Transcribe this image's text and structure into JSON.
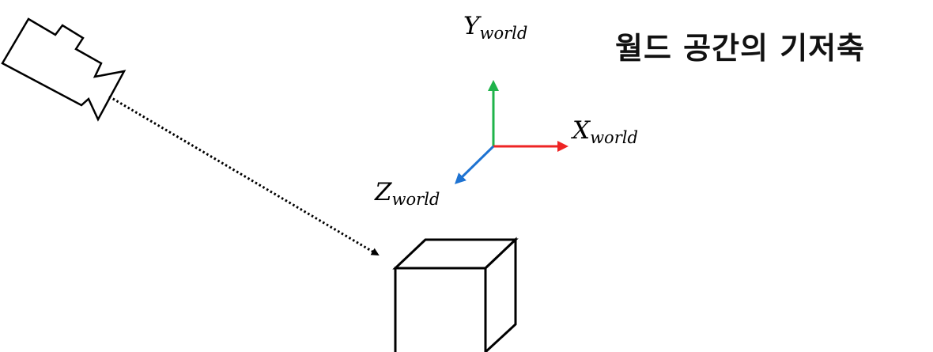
{
  "title": "월드 공간의 기저축",
  "axes": {
    "y": {
      "main": "Y",
      "sub": "world",
      "color": "#1fb34a"
    },
    "x": {
      "main": "X",
      "sub": "world",
      "color": "#ee2424"
    },
    "z": {
      "main": "Z",
      "sub": "world",
      "color": "#1e73d2"
    }
  },
  "icons": {
    "camera": "video-camera-icon",
    "object": "cube-icon"
  }
}
